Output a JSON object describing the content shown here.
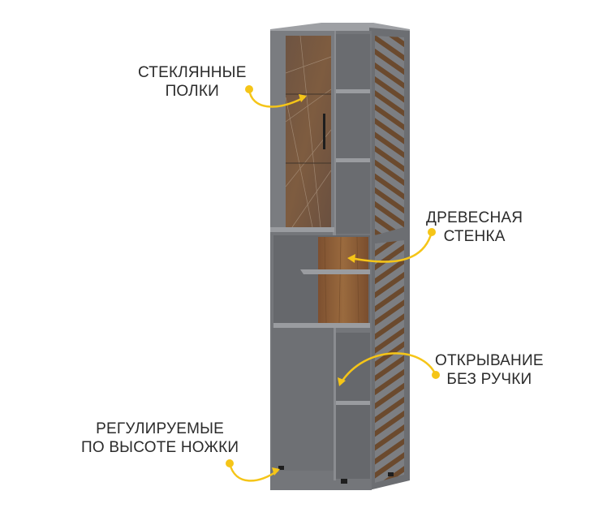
{
  "product": {
    "name": "tall cabinet",
    "colors": {
      "body": "#6f7175",
      "body_light": "#86888c",
      "body_dark": "#5a5c60",
      "shelf_edge": "#9a9ca0",
      "wood": "#8a5a32",
      "wood_light": "#a67447",
      "accent": "#f5c518",
      "text": "#2b2b2b"
    }
  },
  "callouts": [
    {
      "id": "glass-shelves",
      "lines": [
        "СТЕКЛЯННЫЕ",
        "ПОЛКИ"
      ]
    },
    {
      "id": "wood-wall",
      "lines": [
        "ДРЕВЕСНАЯ",
        "СТЕНКА"
      ]
    },
    {
      "id": "handleless-opening",
      "lines": [
        "ОТКРЫВАНИЕ",
        "БЕЗ РУЧКИ"
      ]
    },
    {
      "id": "adjustable-legs",
      "lines": [
        "РЕГУЛИРУЕМЫЕ",
        "ПО ВЫСОТЕ НОЖКИ"
      ]
    }
  ]
}
